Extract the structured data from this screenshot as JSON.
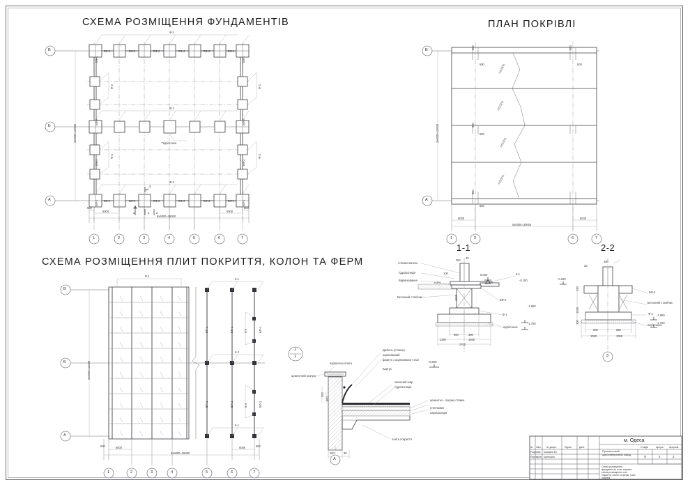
{
  "sheet": {
    "titles": {
      "foundation_plan": "СХЕМА РОЗМІЩЕННЯ ФУНДАМЕНТІВ",
      "roof_plan": "ПЛАН ПОКРІВЛІ",
      "slab_plan": "СХЕМА РОЗМІЩЕННЯ ПЛИТ ПОКРИТТЯ, КОЛОН ТА ФЕРМ",
      "section_1_1": "1-1",
      "section_2_2": "2-2"
    }
  },
  "foundation_plan": {
    "vertical_axes": [
      "В",
      "Б",
      "А"
    ],
    "horizontal_axes": [
      "1",
      "2",
      "3",
      "4",
      "5",
      "6",
      "7"
    ],
    "footing_labels_top": [
      "БФ-1",
      "БФ-2",
      "БФ-2",
      "БФ-2",
      "БФ-2",
      "БФ-1"
    ],
    "footing_labels_bottom": [
      "БФ-1",
      "БФ-2",
      "БФ-2",
      "БФ-2",
      "БФ-2",
      "БФ-1"
    ],
    "side_labels": [
      "БФ-1",
      "БФ-2",
      "БФ-2",
      "БФ-1"
    ],
    "leader_labels": {
      "top": "Ф-2",
      "middle": "Ф-1",
      "bottom": "Ф-2",
      "side": "Ф-3"
    },
    "note_podbetonka": "Підбетонка",
    "section_marks": [
      "1",
      "2",
      "1",
      "2"
    ],
    "dims": {
      "edge_left": "500",
      "edge_right": "500",
      "bay": "6000",
      "total_h": "6x6000=36000",
      "total_v": "2x6000=12000"
    }
  },
  "roof_plan": {
    "vertical_axes": [
      "В",
      "А"
    ],
    "horizontal_axes": [
      "1",
      "2",
      "6",
      "7"
    ],
    "slope_labels": [
      "i=0,02%",
      "i=0,02%",
      "i=0,02%",
      "i=0,02%"
    ],
    "elev_marks": [
      "500",
      "500",
      "500",
      "500",
      "500",
      "500",
      "500",
      "500"
    ],
    "dims": {
      "edge": "6000",
      "total_h": "5x6000=30000",
      "total_v": "2x6000=12000"
    }
  },
  "slab_plan": {
    "vertical_axes": [
      "В",
      "Б",
      "А"
    ],
    "horizontal_axes": [
      "1",
      "2",
      "3",
      "4",
      "5",
      "6",
      "7"
    ],
    "plate_label": "П-1",
    "truss_labels": [
      "К-1",
      "К-2",
      "К-1"
    ],
    "column_labels": [
      "БП-1",
      "БП-1",
      "БП-1",
      "БП-1",
      "БП-1",
      "БП-1"
    ],
    "brace_labels": [
      "К-3",
      "К-3"
    ],
    "dims": {
      "edge_left": "500",
      "edge_right": "500",
      "bay": "6000",
      "total_h": "6x6000=36000",
      "total_v": "2x6000=12000"
    }
  },
  "section_1_1": {
    "labels": [
      "стінова панель",
      "гідроізоляція",
      "Вирівнювання",
      "Бетонний стовбчик",
      "підбетонка"
    ],
    "callouts": [
      "К-1",
      "БФ-2",
      "Ф-1"
    ],
    "elevations": [
      "0.000",
      "-0.150",
      "-1.650",
      "-1.750"
    ],
    "dims": [
      "250",
      "30",
      "100",
      "100",
      "1020",
      "900",
      "300",
      "1150",
      "1550",
      "2700"
    ],
    "slope": "i=2%"
  },
  "section_2_2": {
    "callouts": [
      "БФ-2",
      "Бетонний стовбчик",
      "Ф-2",
      "підбетонка"
    ],
    "elevations": [
      "-0.150",
      "-1.650",
      "-1.750"
    ],
    "dims": [
      "25",
      "400",
      "120",
      "1020",
      "300",
      "900",
      "550",
      "1050",
      "1050"
    ],
    "axis": "3"
  },
  "parapet_detail": {
    "mark": "А",
    "labels_left": [
      "цементний розчин",
      "парапетна плита"
    ],
    "labels_top": [
      "Дюбель (стяжка)",
      "оцинкований",
      "фартух з оцинкованої сталі",
      "Картух"
    ],
    "labels_right_upper": [
      "захисний шар",
      "гідроізоляція"
    ],
    "labels_right_lower": [
      "цементно - піщана стяжка",
      "утеплювач",
      "пароізоляція"
    ],
    "label_bottom": "плита покриття",
    "elevation": "+9.000",
    "dims": [
      "250",
      "30",
      "200",
      "500"
    ]
  },
  "title_block": {
    "city": "м. Одеса",
    "object": "Промисловий одноповерховий завод",
    "drawing_name": "Схема розміщення фундаментів, план покрівлі, схема розміщення плит покриття, колон та ферм, план покрівлі",
    "columns": [
      "Стадія",
      "Аркуш",
      "Аркушів"
    ],
    "values": [
      "П",
      "2",
      "2"
    ],
    "head_row": [
      "№",
      "Змін",
      "№ докум.",
      "Підпис",
      "Дата"
    ],
    "roles": [
      {
        "role": "Розробив",
        "name": "Косьміна М.І."
      },
      {
        "role": "Перевірив",
        "name": "Кузнєцова"
      }
    ]
  }
}
